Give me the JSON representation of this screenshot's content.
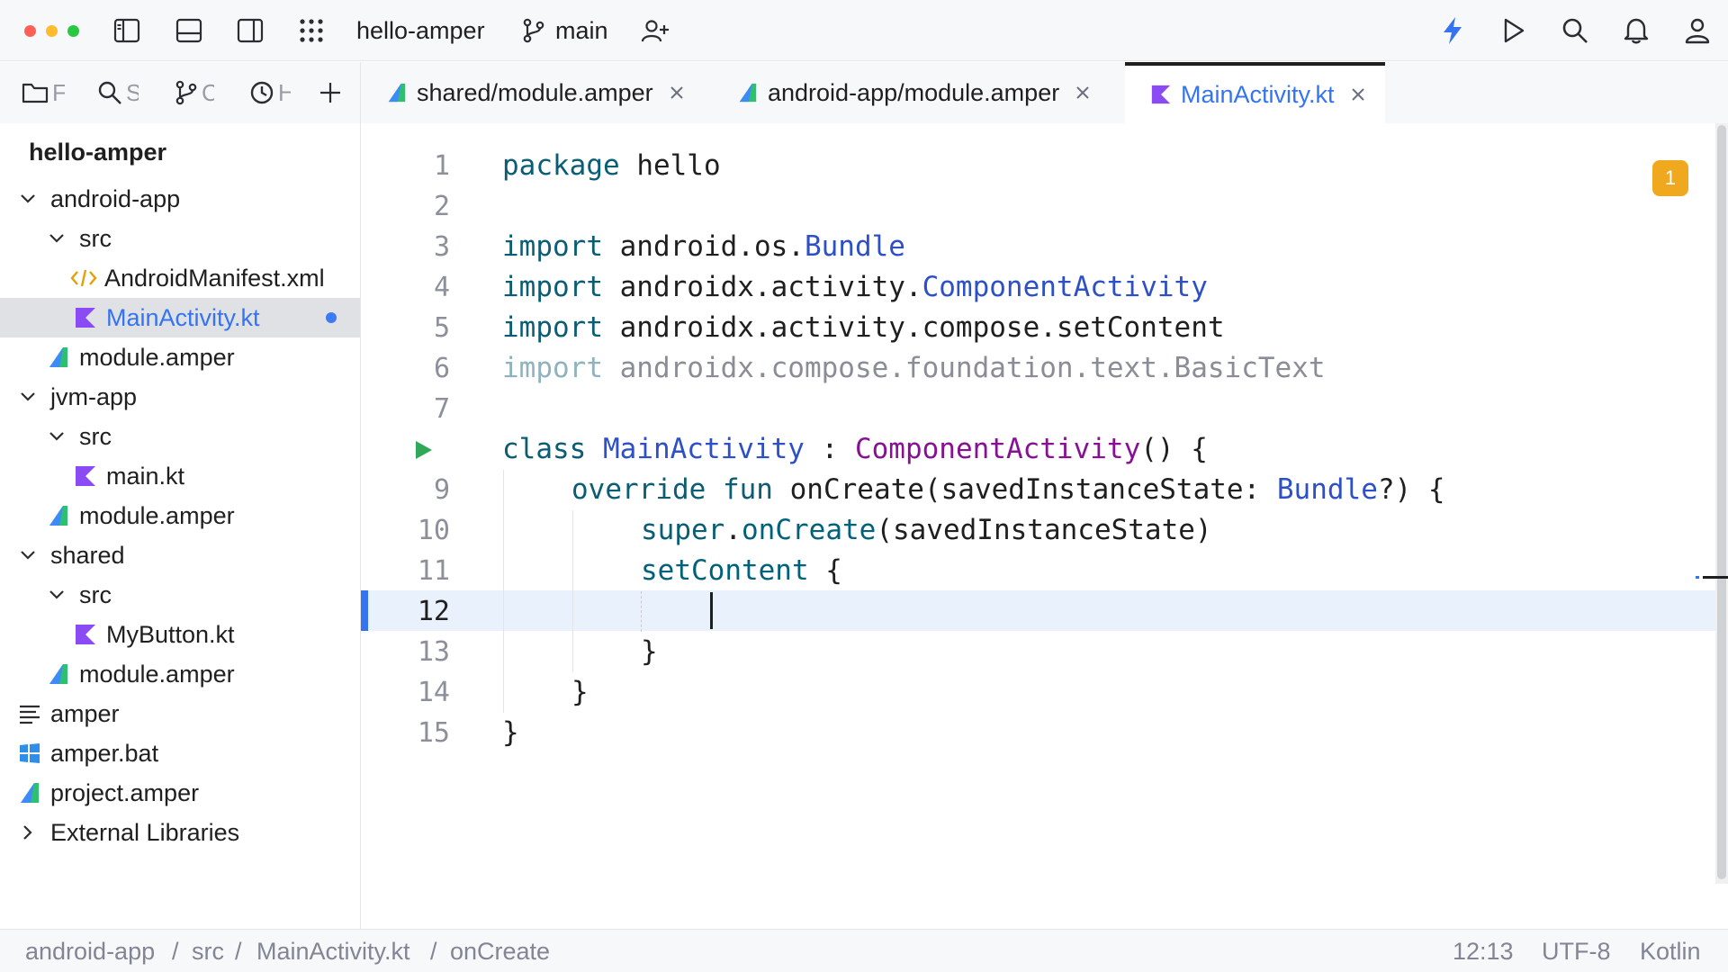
{
  "titlebar": {
    "project": "hello-amper",
    "branch": "main"
  },
  "side_tabs": [
    {
      "label": "F",
      "icon": "folder-icon"
    },
    {
      "label": "S",
      "icon": "search-icon"
    },
    {
      "label": "C",
      "icon": "branch-icon"
    },
    {
      "label": "H",
      "icon": "history-icon"
    }
  ],
  "tree": {
    "root": "hello-amper",
    "items": [
      {
        "label": "android-app",
        "icon": "chevron-down-icon"
      },
      {
        "label": "src",
        "icon": "chevron-down-icon"
      },
      {
        "label": "AndroidManifest.xml",
        "icon": "xml-file-icon"
      },
      {
        "label": "MainActivity.kt",
        "icon": "kotlin-file-icon"
      },
      {
        "label": "module.amper",
        "icon": "amper-file-icon"
      },
      {
        "label": "jvm-app",
        "icon": "chevron-down-icon"
      },
      {
        "label": "src",
        "icon": "chevron-down-icon"
      },
      {
        "label": "main.kt",
        "icon": "kotlin-file-icon"
      },
      {
        "label": "module.amper",
        "icon": "amper-file-icon"
      },
      {
        "label": "shared",
        "icon": "chevron-down-icon"
      },
      {
        "label": "src",
        "icon": "chevron-down-icon"
      },
      {
        "label": "MyButton.kt",
        "icon": "kotlin-file-icon"
      },
      {
        "label": "module.amper",
        "icon": "amper-file-icon"
      },
      {
        "label": "amper",
        "icon": "text-file-icon"
      },
      {
        "label": "amper.bat",
        "icon": "windows-file-icon"
      },
      {
        "label": "project.amper",
        "icon": "amper-file-icon"
      },
      {
        "label": "External Libraries",
        "icon": "chevron-right-icon"
      }
    ]
  },
  "editor_tabs": [
    {
      "label": "shared/module.amper"
    },
    {
      "label": "android-app/module.amper"
    },
    {
      "label": "MainActivity.kt",
      "active": true
    }
  ],
  "code": {
    "line_numbers": [
      "1",
      "2",
      "3",
      "4",
      "5",
      "6",
      "7",
      "9",
      "10",
      "11",
      "12",
      "13",
      "14",
      "15"
    ],
    "l1": {
      "kw": "package",
      "rest": " hello"
    },
    "l3": {
      "kw": "import",
      "pkg": " android.os.",
      "cls": "Bundle"
    },
    "l4": {
      "kw": "import",
      "pkg": " androidx.activity.",
      "cls": "ComponentActivity"
    },
    "l5": {
      "kw": "import",
      "pkg": " androidx.activity.compose.setContent"
    },
    "l6": {
      "kw": "import",
      "pkg": " androidx.compose.foundation.text.BasicText"
    },
    "l8": {
      "kw": "class",
      "name": " MainActivity",
      "sep": " : ",
      "parent": "ComponentActivity",
      "tail": "() {"
    },
    "l9": {
      "kw1": "override",
      "kw2": " fun",
      "name": " onCreate",
      "params": "(savedInstanceState: ",
      "type": "Bundle",
      "tail": "?) {"
    },
    "l10": {
      "kw": "super",
      "dot": ".",
      "fn": "onCreate",
      "tail": "(savedInstanceState)"
    },
    "l11": {
      "fn": "setContent",
      "tail": " {"
    },
    "l13": "}",
    "l14": "}",
    "l15": "}"
  },
  "problems_count": "1",
  "statusbar": {
    "breadcrumb": [
      "android-app",
      "src",
      "MainActivity.kt",
      "onCreate"
    ],
    "separator": "/",
    "position": "12:13",
    "encoding": "UTF-8",
    "language": "Kotlin"
  },
  "colors": {
    "accent": "#3574f0",
    "kotlin": "#8a4bf5",
    "amper_green": "#2fbf71",
    "badge": "#f0a91f"
  }
}
